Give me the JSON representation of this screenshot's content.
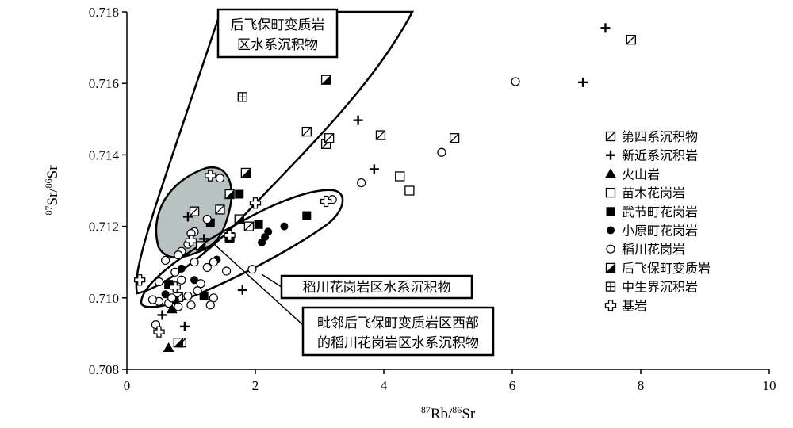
{
  "chart_data": {
    "type": "scatter",
    "xlabel_sup": "87",
    "xlabel_a": "Rb/",
    "xlabel_sup2": "86",
    "xlabel_b": "Sr",
    "ylabel_sup": "87",
    "ylabel_a": "Sr/",
    "ylabel_sup2": "86",
    "ylabel_b": "Sr",
    "xlim": [
      0,
      10
    ],
    "ylim": [
      0.708,
      0.718
    ],
    "xticks": [
      "0",
      "2",
      "4",
      "6",
      "8",
      "10"
    ],
    "xtick_values": [
      0,
      2,
      4,
      6,
      8,
      10
    ],
    "yticks": [
      "0.708",
      "0.710",
      "0.712",
      "0.714",
      "0.716",
      "0.718"
    ],
    "ytick_values": [
      0.708,
      0.71,
      0.712,
      0.714,
      0.716,
      0.718
    ],
    "series": [
      {
        "name": "第四系沉积物",
        "marker": "square-diag",
        "points": [
          [
            2.8,
            0.71465
          ],
          [
            3.1,
            0.7143
          ],
          [
            3.15,
            0.71447
          ],
          [
            3.95,
            0.71455
          ],
          [
            5.1,
            0.71447
          ],
          [
            7.85,
            0.71722
          ],
          [
            0.85,
            0.70875
          ],
          [
            1.05,
            0.71242
          ],
          [
            1.45,
            0.71247
          ],
          [
            1.9,
            0.712
          ],
          [
            0.8,
            0.71002
          ]
        ]
      },
      {
        "name": "新近系沉积岩",
        "marker": "plus",
        "points": [
          [
            7.45,
            0.71755
          ],
          [
            7.1,
            0.71603
          ],
          [
            3.6,
            0.71497
          ],
          [
            3.85,
            0.7136
          ],
          [
            0.95,
            0.71227
          ],
          [
            1.8,
            0.71022
          ],
          [
            0.55,
            0.70952
          ],
          [
            0.9,
            0.7092
          ],
          [
            1.2,
            0.71165
          ]
        ]
      },
      {
        "name": "火山岩",
        "marker": "triangle",
        "points": [
          [
            0.65,
            0.7086
          ],
          [
            0.7,
            0.70968
          ]
        ]
      },
      {
        "name": "苗木花岗岩",
        "marker": "square-open",
        "points": [
          [
            4.25,
            0.7134
          ],
          [
            4.4,
            0.713
          ],
          [
            1.6,
            0.7117
          ]
        ]
      },
      {
        "name": "武节町花岗岩",
        "marker": "square-filled",
        "points": [
          [
            1.75,
            0.7129
          ],
          [
            2.8,
            0.7123
          ],
          [
            2.05,
            0.71205
          ],
          [
            1.3,
            0.7121
          ],
          [
            1.6,
            0.71167
          ],
          [
            1.2,
            0.71005
          ],
          [
            0.65,
            0.71038
          ]
        ]
      },
      {
        "name": "小原町花岗岩",
        "marker": "circle-filled",
        "points": [
          [
            2.2,
            0.71185
          ],
          [
            2.45,
            0.712
          ],
          [
            2.15,
            0.7117
          ],
          [
            2.1,
            0.71155
          ],
          [
            1.4,
            0.71107
          ],
          [
            0.85,
            0.71082
          ],
          [
            1.05,
            0.7105
          ],
          [
            0.6,
            0.7101
          ],
          [
            0.75,
            0.70995
          ]
        ]
      },
      {
        "name": "稻川花岗岩",
        "marker": "circle-open",
        "points": [
          [
            6.05,
            0.71605
          ],
          [
            4.9,
            0.71407
          ],
          [
            3.65,
            0.71322
          ],
          [
            3.2,
            0.71275
          ],
          [
            1.45,
            0.71335
          ],
          [
            1.25,
            0.7122
          ],
          [
            1.05,
            0.71185
          ],
          [
            1.0,
            0.7118
          ],
          [
            0.95,
            0.7115
          ],
          [
            0.85,
            0.7113
          ],
          [
            0.8,
            0.7112
          ],
          [
            0.6,
            0.71105
          ],
          [
            0.75,
            0.71072
          ],
          [
            1.05,
            0.711
          ],
          [
            1.25,
            0.71085
          ],
          [
            1.35,
            0.711
          ],
          [
            1.55,
            0.71075
          ],
          [
            1.95,
            0.7108
          ],
          [
            0.5,
            0.71045
          ],
          [
            0.85,
            0.7105
          ],
          [
            1.15,
            0.7104
          ],
          [
            1.1,
            0.7102
          ],
          [
            1.35,
            0.71
          ],
          [
            0.5,
            0.7099
          ],
          [
            0.65,
            0.70985
          ],
          [
            0.8,
            0.70975
          ],
          [
            1.0,
            0.7098
          ],
          [
            0.4,
            0.70995
          ],
          [
            1.3,
            0.7098
          ],
          [
            0.45,
            0.70925
          ],
          [
            0.7,
            0.71
          ],
          [
            0.95,
            0.71005
          ]
        ]
      },
      {
        "name": "后飞保町变质岩",
        "marker": "square-half",
        "points": [
          [
            3.1,
            0.7161
          ],
          [
            1.85,
            0.7135
          ],
          [
            1.6,
            0.7129
          ],
          [
            1.75,
            0.7122
          ],
          [
            1.15,
            0.71145
          ],
          [
            0.8,
            0.70875
          ]
        ]
      },
      {
        "name": "中生界沉积岩",
        "marker": "square-cross",
        "points": [
          [
            1.8,
            0.71562
          ]
        ]
      },
      {
        "name": "基岩",
        "marker": "plus-open",
        "points": [
          [
            1.3,
            0.71342
          ],
          [
            2.0,
            0.71265
          ],
          [
            3.1,
            0.7127
          ],
          [
            1.6,
            0.71175
          ],
          [
            1.0,
            0.7116
          ],
          [
            0.2,
            0.7105
          ],
          [
            0.75,
            0.7103
          ],
          [
            0.5,
            0.70905
          ]
        ]
      }
    ],
    "annotations": [
      {
        "lines": [
          "后飞保町变质岩",
          "区水系沉积物"
        ]
      },
      {
        "lines": [
          "稻川花岗岩区水系沉积物"
        ]
      },
      {
        "lines": [
          "毗邻后飞保町变质岩区西部",
          "的稻川花岗岩区水系沉积物"
        ]
      }
    ],
    "legend_placement": "right"
  }
}
